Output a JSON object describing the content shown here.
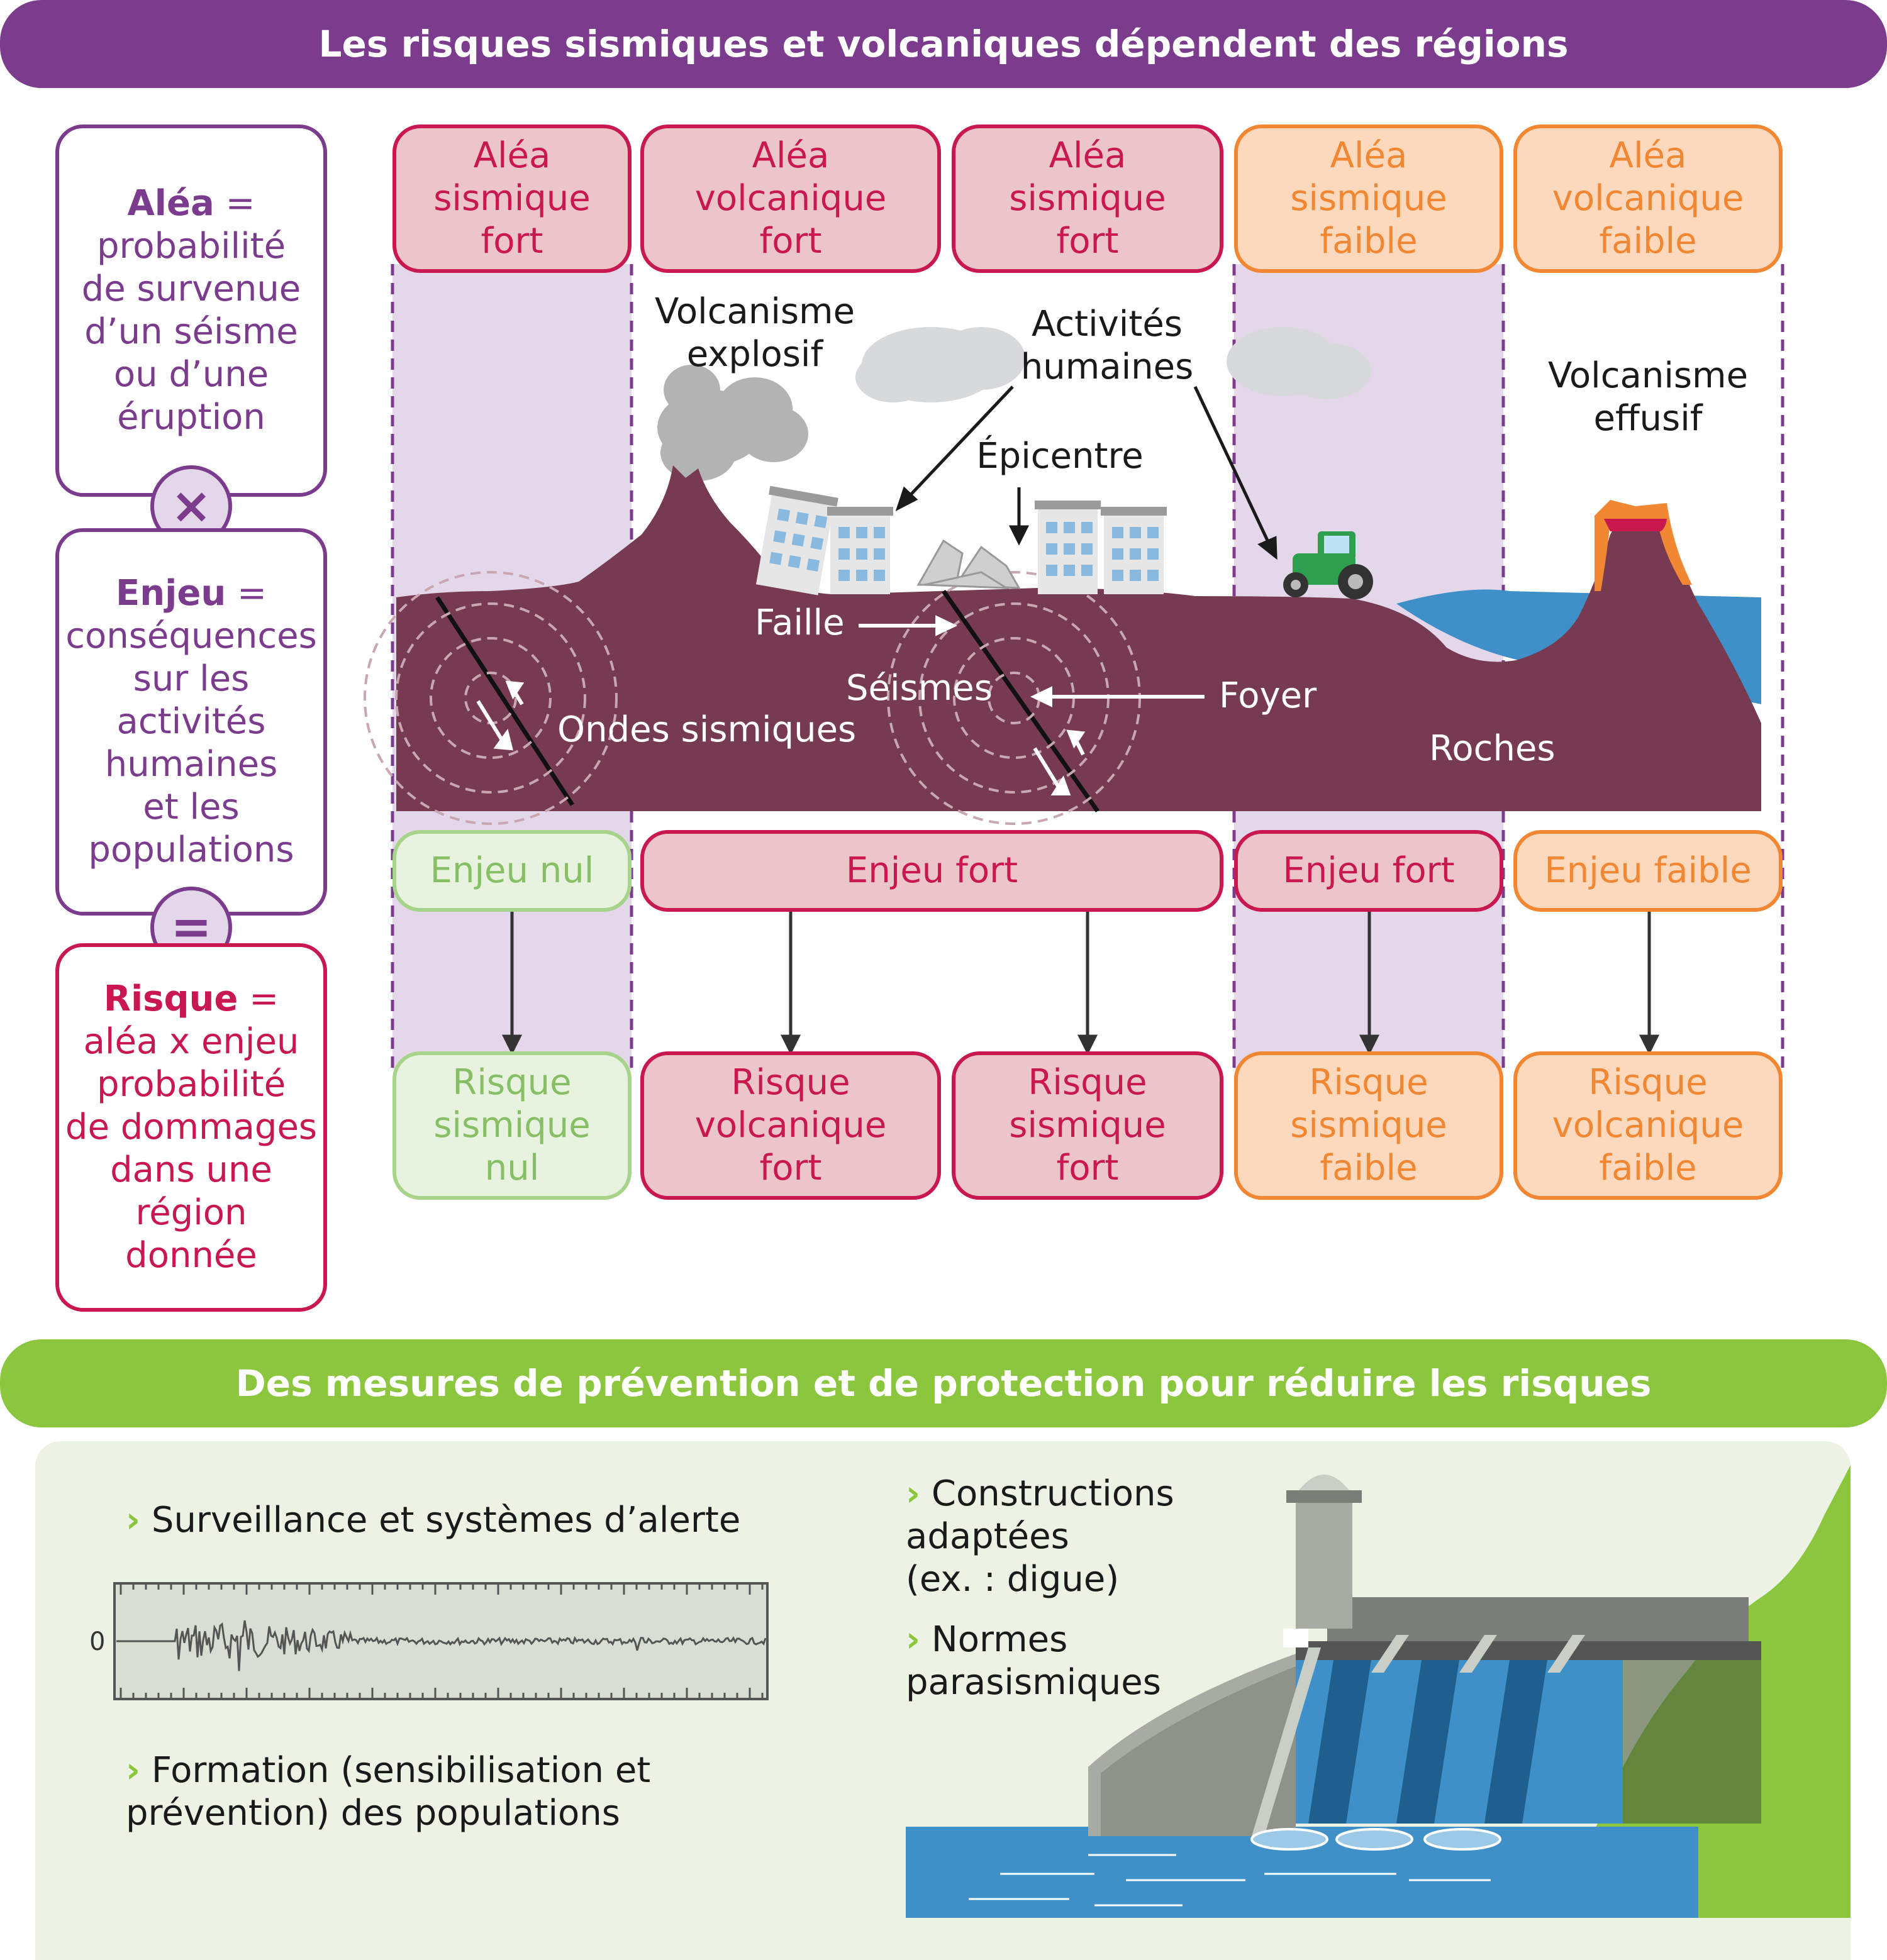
{
  "top_banner": "Les risques sismiques et volcaniques dépendent des régions",
  "bottom_banner": "Des mesures de prévention et de protection pour réduire les risques",
  "definitions": {
    "alea": {
      "term": "Aléa",
      "rest_first": " =",
      "lines": [
        "probabilité",
        "de survenue",
        "d’un séisme",
        "ou d’une",
        "éruption"
      ]
    },
    "enjeu": {
      "term": "Enjeu",
      "rest_first": " =",
      "lines": [
        "conséquences",
        "sur les",
        "activités",
        "humaines",
        "et les",
        "populations"
      ]
    },
    "risque": {
      "term": "Risque",
      "rest_first": " =",
      "lines": [
        "aléa x enjeu",
        "probabilité",
        "de dommages",
        "dans une",
        "région",
        "donnée"
      ]
    },
    "op_times": "×",
    "op_equals": "="
  },
  "alea_boxes": [
    {
      "lines": [
        "Aléa",
        "sismique",
        "fort"
      ]
    },
    {
      "lines": [
        "Aléa",
        "volcanique",
        "fort"
      ]
    },
    {
      "lines": [
        "Aléa",
        "sismique",
        "fort"
      ]
    },
    {
      "lines": [
        "Aléa",
        "sismique",
        "faible"
      ]
    },
    {
      "lines": [
        "Aléa",
        "volcanique",
        "faible"
      ]
    }
  ],
  "enjeu_boxes": [
    "Enjeu nul",
    "Enjeu fort",
    "Enjeu fort",
    "Enjeu faible"
  ],
  "risque_boxes": [
    {
      "lines": [
        "Risque",
        "sismique",
        "nul"
      ]
    },
    {
      "lines": [
        "Risque",
        "volcanique",
        "fort"
      ]
    },
    {
      "lines": [
        "Risque",
        "sismique",
        "fort"
      ]
    },
    {
      "lines": [
        "Risque",
        "sismique",
        "faible"
      ]
    },
    {
      "lines": [
        "Risque",
        "volcanique",
        "faible"
      ]
    }
  ],
  "scene_labels": {
    "volcanisme_explosif": [
      "Volcanisme",
      "explosif"
    ],
    "activites_humaines": [
      "Activités",
      "humaines"
    ],
    "epicentre": "Épicentre",
    "volcanisme_effusif": [
      "Volcanisme",
      "effusif"
    ],
    "faille": "Faille",
    "seismes": "Séismes",
    "foyer": "Foyer",
    "ondes": "Ondes sismiques",
    "roches": "Roches"
  },
  "measures": {
    "surveillance": "Surveillance et systèmes d’alerte",
    "formation": [
      "Formation (sensibilisation et",
      "prévention) des populations"
    ],
    "constructions": [
      "Constructions",
      "adaptées",
      "(ex. : digue)"
    ],
    "normes": [
      "Normes",
      "parasismiques"
    ],
    "seismo_zero": "0"
  },
  "colors": {
    "purple": "#7b3c8e",
    "purple_light": "#e4d7ea",
    "red": "#c8184f",
    "red_light": "#ecc5c9",
    "orange": "#f28733",
    "orange_light": "#fcd9bd",
    "green": "#8cc63f",
    "green_light": "#edf3e4",
    "rock": "#763b50",
    "water": "#3f8fc8"
  }
}
